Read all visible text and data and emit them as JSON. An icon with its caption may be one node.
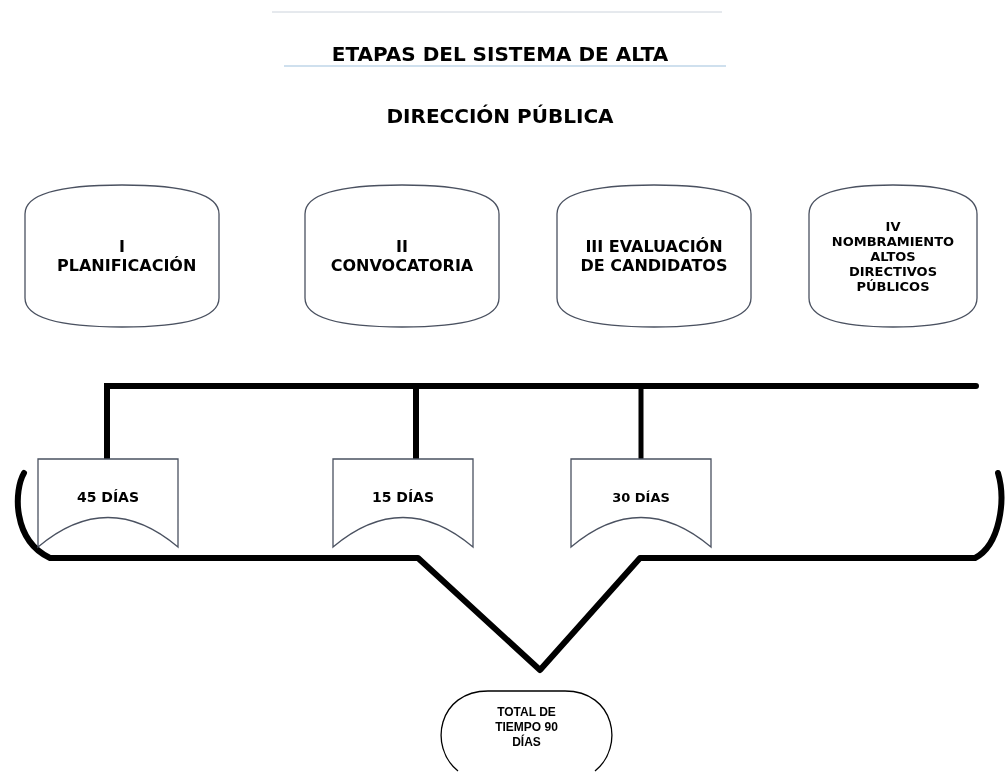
{
  "diagram": {
    "title": "ETAPAS DEL SISTEMA DE ALTA",
    "nodes": [
      {
        "text": [
          "I PLANIFICACIÓN"
        ]
      },
      {
        "text": [
          "II CONVOCATORIA"
        ]
      },
      {
        "text": [
          "III EVALUACIÓN DE CANDIDATOS"
        ]
      },
      {
        "text": [
          "IV NOMBRAMIENTO ALTOS DIRECTIVOS PÚBLICOS"
        ]
      },
      {
        "text": [
          "45 DÍAS"
        ]
      },
      {
        "text": [
          "15 DÍAS"
        ]
      },
      {
        "text": [
          "30 DÍAS"
        ]
      },
      {
        "text": [
          "TOTAL DE TIEMPO 90 DÍAS"
        ]
      }
    ],
    "labels": [
      "DIRECCIÓN PÚBLICA"
    ]
  }
}
